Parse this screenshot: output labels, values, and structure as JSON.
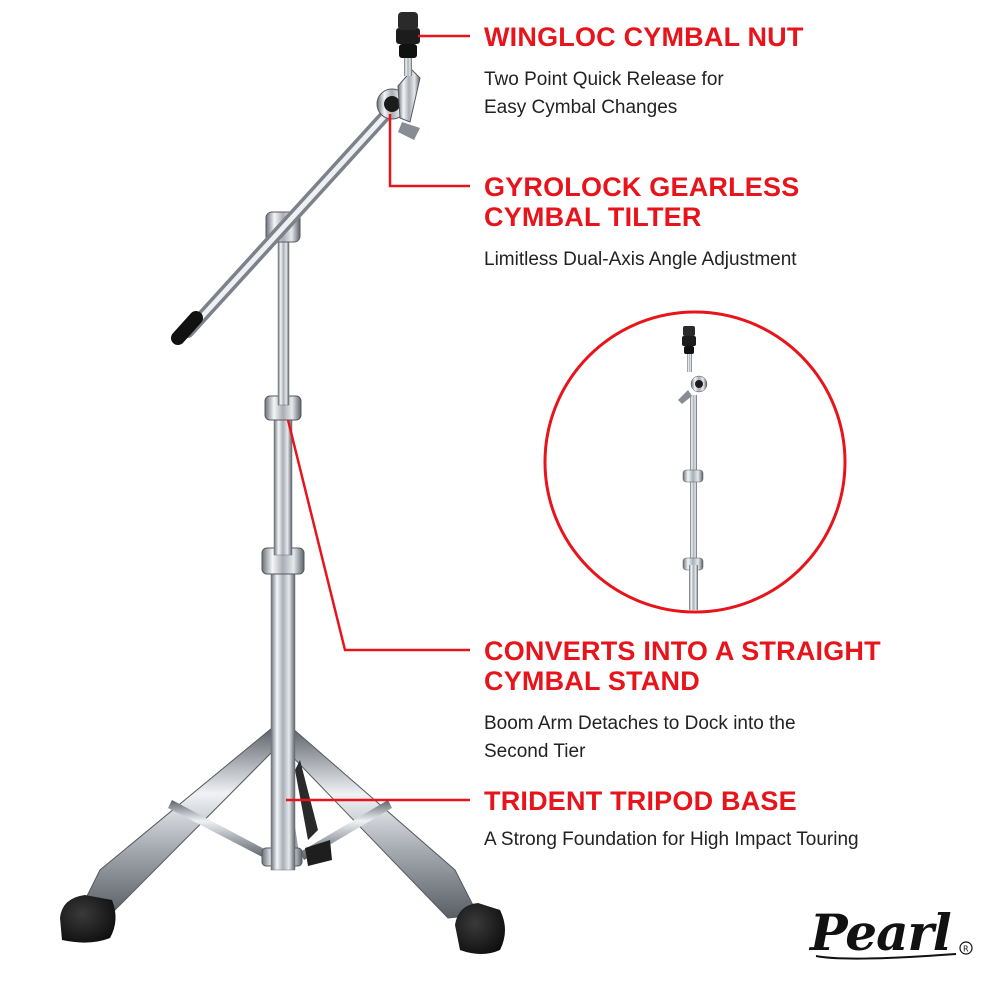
{
  "colors": {
    "accent": "#e8141b",
    "text": "#222222",
    "chrome": "#c8ccd1",
    "rubber": "#1a1a1a"
  },
  "features": [
    {
      "title": "WINGLOC CYMBAL NUT",
      "description": "Two Point Quick Release for\nEasy Cymbal Changes"
    },
    {
      "title": "GYROLOCK GEARLESS\nCYMBAL TILTER",
      "description": "Limitless Dual-Axis Angle Adjustment"
    },
    {
      "title": "CONVERTS INTO A STRAIGHT\nCYMBAL STAND",
      "description": "Boom Arm Detaches to Dock into the\nSecond Tier"
    },
    {
      "title": "TRIDENT TRIPOD BASE",
      "description": "A Strong Foundation for High Impact Touring"
    }
  ],
  "brand": {
    "logo_text": "Pearl",
    "registered_mark": "®"
  },
  "illustrations": {
    "main_product": "boom-cymbal-stand-image",
    "inset_product": "straight-cymbal-stand-inset-image"
  }
}
